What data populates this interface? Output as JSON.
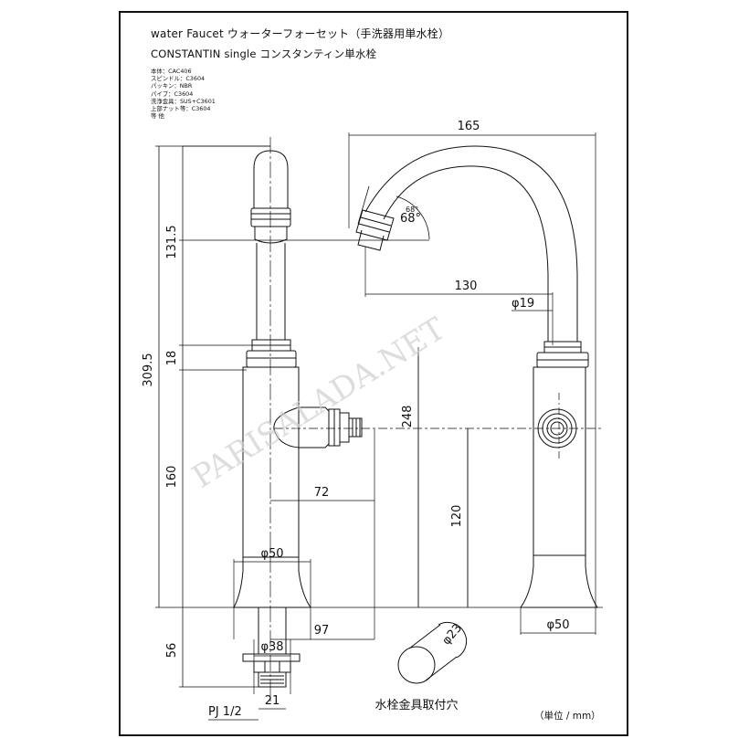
{
  "header": {
    "title_line1": "water Faucet ウォーターフォーセット（手洗器用単水栓）",
    "title_line2": "CONSTANTIN single コンスタンティン単水栓"
  },
  "specs": [
    "本体：CAC406",
    "スピンドル：C3604",
    "パッキン：NBR",
    "パイプ：C3604",
    "洗浄金具：SUS+C3601",
    "上部ナット等：C3604",
    "等 他"
  ],
  "dimensions": {
    "d165": "165",
    "d131_5": "131.5",
    "d68_small": "68°",
    "d68": "68°",
    "d130": "130",
    "d19": "φ19",
    "d309_5": "309.5",
    "d18": "18",
    "d248": "248",
    "d160": "160",
    "d72": "72",
    "d120": "120",
    "d50_left": "φ50",
    "d50_right": "φ50",
    "d97": "97",
    "d56": "56",
    "d38": "φ38",
    "d21": "21",
    "d23": "φ23",
    "pj": "PJ 1/2"
  },
  "hole_caption": "水栓金具取付穴",
  "unit_label": "（単位 / mm）",
  "watermark": "PARISALADA.NET"
}
